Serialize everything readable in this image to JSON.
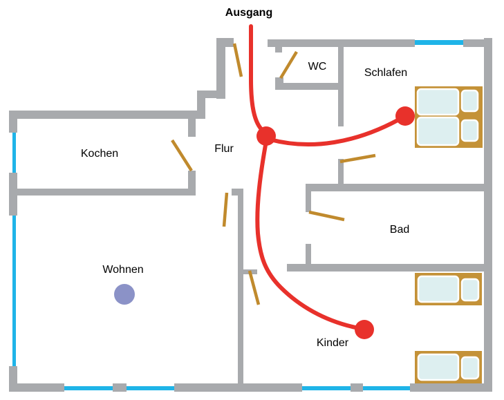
{
  "labels": {
    "exit": "Ausgang",
    "wc": "WC",
    "bedroom": "Schlafen",
    "kitchen": "Kochen",
    "hallway": "Flur",
    "bathroom": "Bad",
    "living": "Wohnen",
    "children": "Kinder"
  },
  "colors": {
    "background": "#ffffff",
    "wall": "#a8aaad",
    "window": "#1fb4e8",
    "door": "#c08a2d",
    "route": "#e8312b",
    "bed_frame": "#c49238",
    "mattress": "#ddeff0",
    "furniture": "#8b92c7",
    "text": "#000000"
  }
}
